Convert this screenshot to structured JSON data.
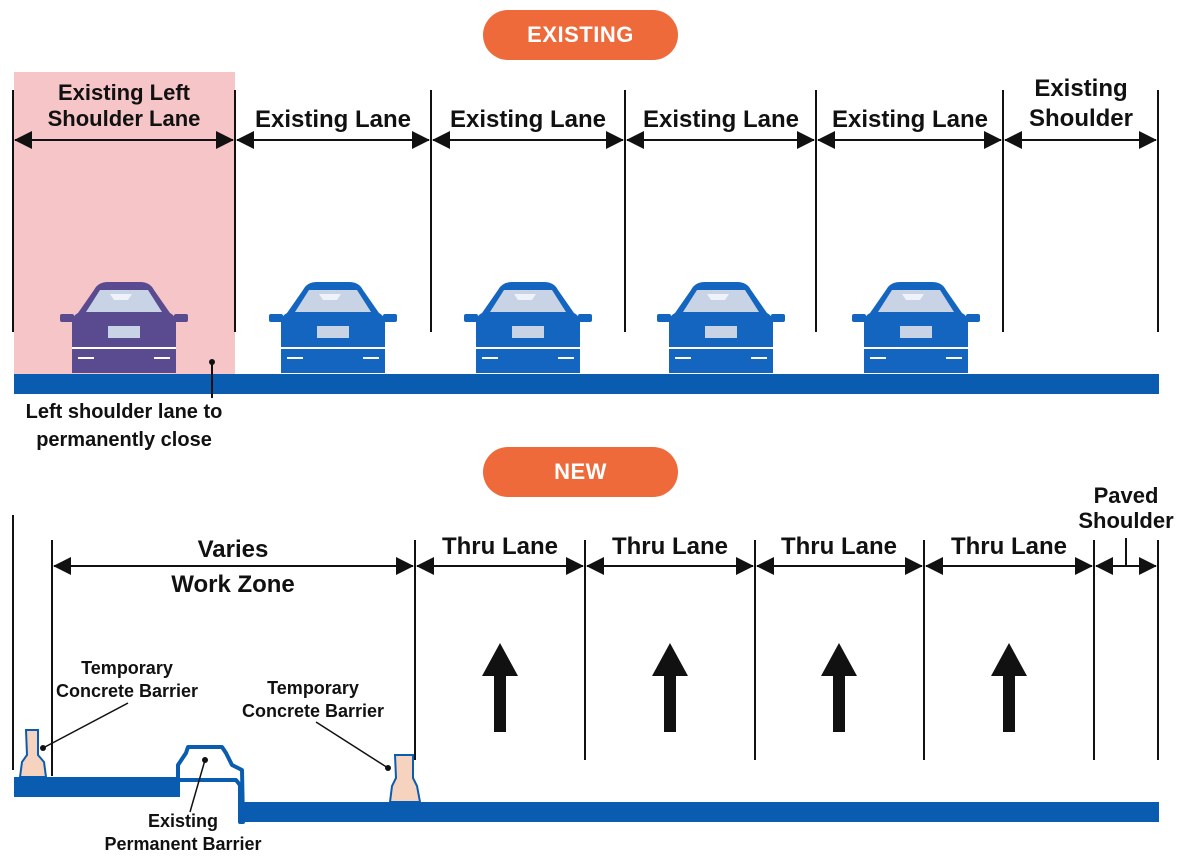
{
  "existing": {
    "badge": "EXISTING",
    "headers": {
      "left_shoulder_line1": "Existing Left",
      "left_shoulder_line2": "Shoulder Lane",
      "lane_1": "Existing Lane",
      "lane_2": "Existing Lane",
      "lane_3": "Existing Lane",
      "lane_4": "Existing Lane",
      "shoulder_line1": "Existing",
      "shoulder_line2": "Shoulder"
    },
    "callout_line1": "Left shoulder lane to",
    "callout_line2": "permanently close",
    "colors": {
      "closed_lane_highlight": "#f5c5c7",
      "road": "#0a5cb0",
      "car_blue": "#1465c0",
      "car_purple": "#5a4a90"
    }
  },
  "new": {
    "badge": "NEW",
    "varies_label": "Varies",
    "work_zone_label": "Work Zone",
    "thru_lanes": [
      "Thru Lane",
      "Thru Lane",
      "Thru Lane",
      "Thru Lane"
    ],
    "paved_line1": "Paved",
    "paved_line2": "Shoulder",
    "barrier_left_line1": "Temporary",
    "barrier_left_line2": "Concrete Barrier",
    "barrier_mid_line1": "Temporary",
    "barrier_mid_line2": "Concrete Barrier",
    "perm_line1": "Existing",
    "perm_line2": "Permanent Barrier",
    "colors": {
      "badge": "#ee6a3a",
      "barrier_fill": "#f6d3bf"
    }
  }
}
